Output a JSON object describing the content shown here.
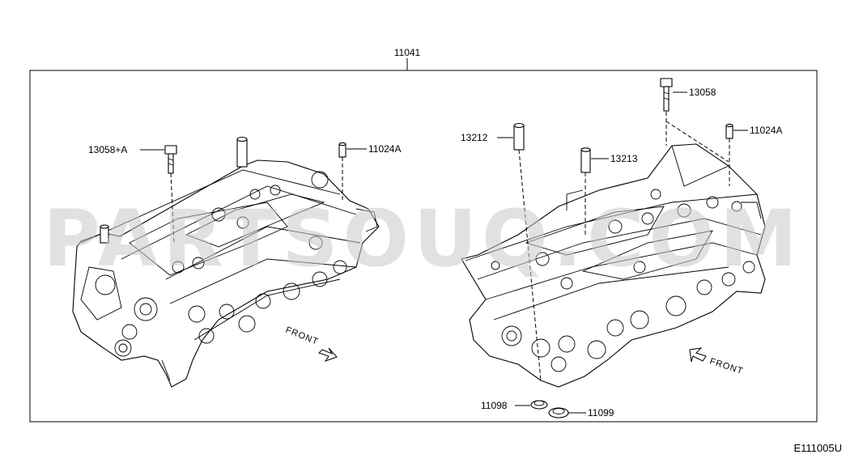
{
  "diagram": {
    "assembly_callout": "11041",
    "diagram_code": "E111005U",
    "watermark": "PARTSOUQ.COM",
    "front_labels": [
      "FRONT",
      "FRONT"
    ],
    "callouts": {
      "left_bolt": "13058+A",
      "left_pin": "11024A",
      "right_bolt": "13058",
      "right_pin": "11024A",
      "right_tube_a": "13212",
      "right_tube_b": "13213",
      "seal_a": "11098",
      "seal_b": "11099"
    }
  }
}
